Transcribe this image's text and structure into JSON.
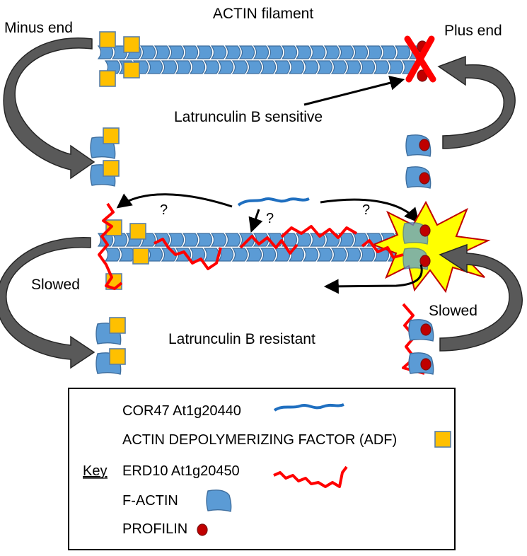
{
  "labels": {
    "title": "ACTIN filament",
    "minus_end": "Minus end",
    "plus_end": "Plus end",
    "latb_sensitive": "Latrunculin B sensitive",
    "latb_resistant": "Latrunculin B resistant",
    "slowed_left": "Slowed",
    "slowed_right": "Slowed",
    "question": "?"
  },
  "key": {
    "title": "Key",
    "items": [
      {
        "label": "COR47 At1g20440",
        "icon": "cor47-line-icon"
      },
      {
        "label": "ACTIN DEPOLYMERIZING FACTOR (ADF)",
        "icon": "adf-square-icon"
      },
      {
        "label": "ERD10 At1g20450",
        "icon": "erd10-line-icon"
      },
      {
        "label": "F-ACTIN",
        "icon": "f-actin-icon"
      },
      {
        "label": "PROFILIN",
        "icon": "profilin-icon"
      }
    ]
  },
  "colors": {
    "actin": "#5B9BD5",
    "actin_stroke": "#3E6E9E",
    "adf": "#FFC000",
    "adf_stroke": "#5A7FA8",
    "profilin": "#C00000",
    "profilin_stroke": "#7A1010",
    "erd10": "#FF0000",
    "cor47": "#1F6FC0",
    "arrow_fill": "#595959",
    "burst": "#FFFF00",
    "burst_stroke": "#C00000",
    "block_x": "#FF0000"
  }
}
